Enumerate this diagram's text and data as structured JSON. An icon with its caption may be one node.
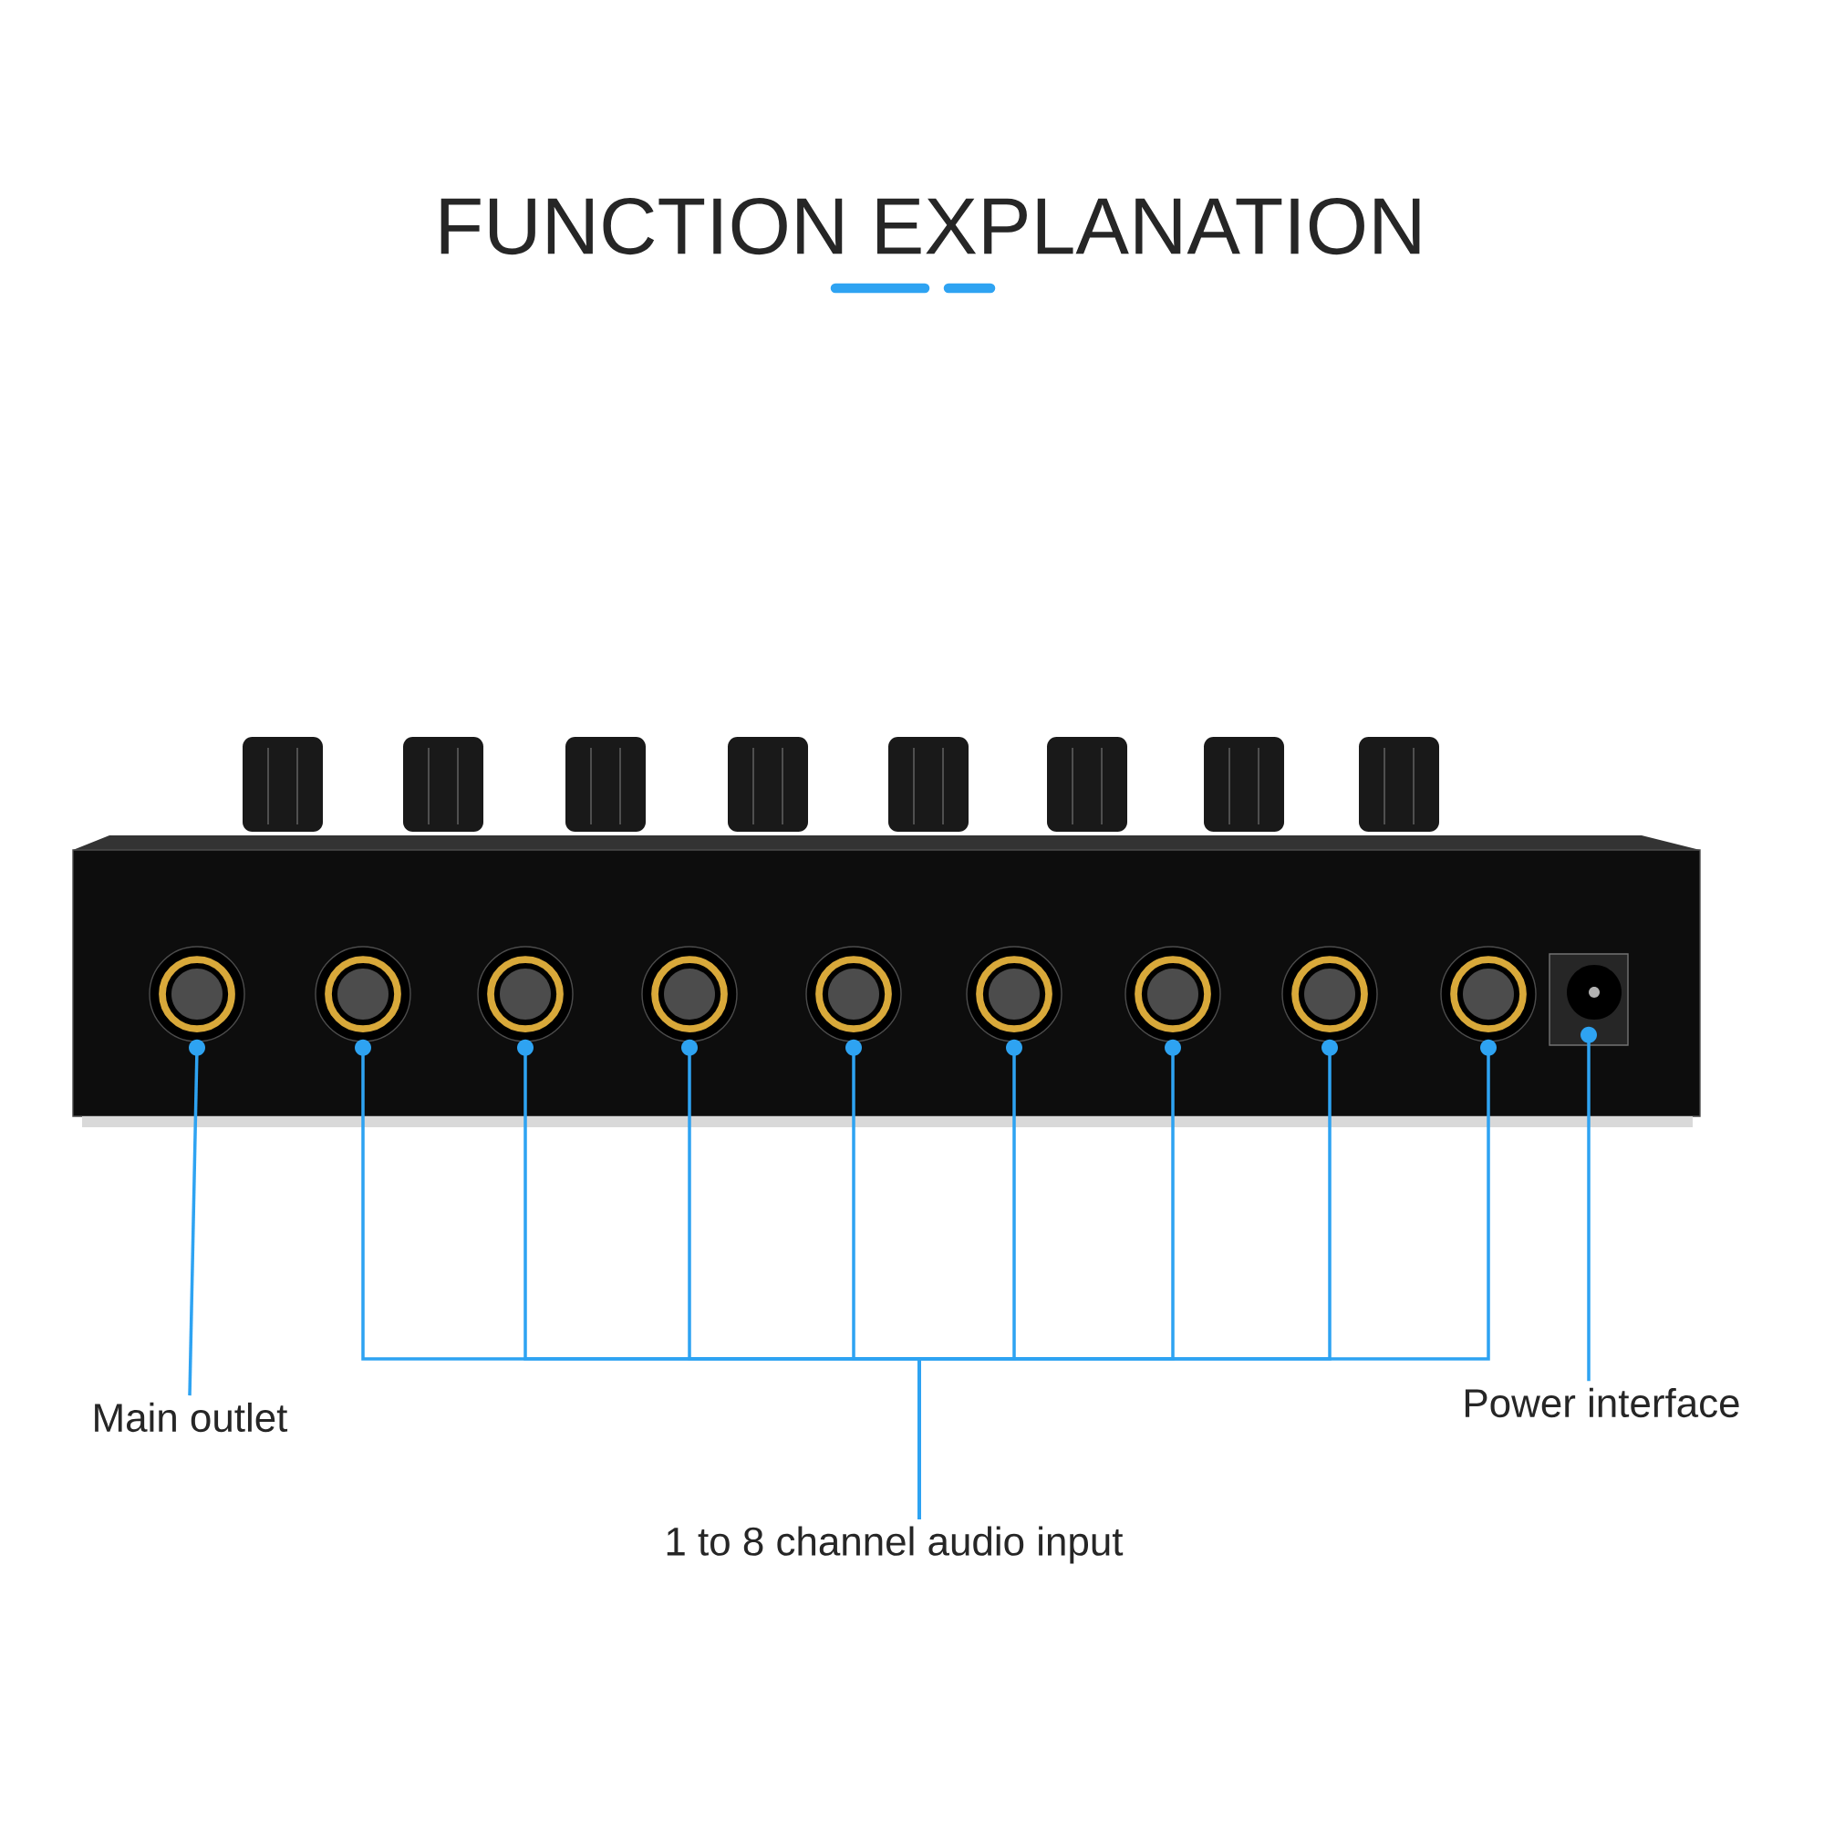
{
  "diagram": {
    "title": "FUNCTION EXPLANATION",
    "nodes": [
      {
        "text": [],
        "shape": "circle"
      },
      {
        "text": [],
        "shape": "circle"
      },
      {
        "text": [],
        "shape": "circle"
      },
      {
        "text": [],
        "shape": "circle"
      },
      {
        "text": [],
        "shape": "circle"
      },
      {
        "text": [],
        "shape": "circle"
      },
      {
        "text": [],
        "shape": "circle"
      },
      {
        "text": [],
        "shape": "circle"
      },
      {
        "text": [],
        "shape": "circle"
      },
      {
        "text": [],
        "shape": "box"
      },
      {
        "text": [
          "Main outlet"
        ]
      },
      {
        "text": [
          "1 to 8 channel audio input"
        ]
      },
      {
        "text": [
          "Power interface"
        ]
      }
    ],
    "edges": [
      {
        "from": 10,
        "to": 0,
        "arrow": "other"
      },
      {
        "from": 11,
        "to": 1,
        "arrow": "other"
      },
      {
        "from": 11,
        "to": 2,
        "arrow": "other"
      },
      {
        "from": 11,
        "to": 3,
        "arrow": "other"
      },
      {
        "from": 11,
        "to": 4,
        "arrow": "other"
      },
      {
        "from": 11,
        "to": 5,
        "arrow": "other"
      },
      {
        "from": 11,
        "to": 6,
        "arrow": "other"
      },
      {
        "from": 11,
        "to": 7,
        "arrow": "other"
      },
      {
        "from": 11,
        "to": 8,
        "arrow": "other"
      },
      {
        "from": 12,
        "to": 9,
        "arrow": "other"
      }
    ]
  }
}
